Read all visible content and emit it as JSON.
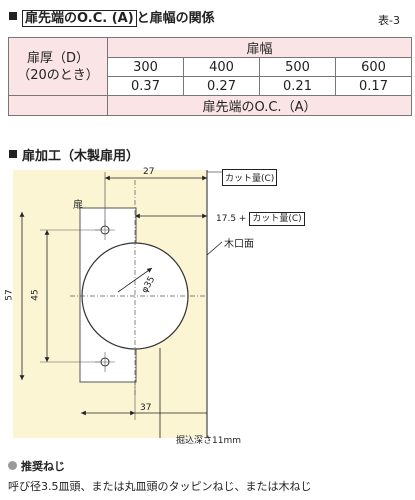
{
  "section1": {
    "title_prefix": "扉先端の",
    "title_oc": "O.C. (A)",
    "title_suffix": "と扉幅の関係",
    "table_label": "表-3"
  },
  "table": {
    "row_header_line1": "扉厚（D）",
    "row_header_line2": "（20のとき）",
    "col_group_header": "扉幅",
    "widths": [
      "300",
      "400",
      "500",
      "600"
    ],
    "oc_values": [
      "0.37",
      "0.27",
      "0.21",
      "0.17"
    ],
    "footer": "扉先端のO.C.（A）"
  },
  "section2": {
    "title": "扉加工（木製扉用）"
  },
  "diagram": {
    "door_label": "扉",
    "dim_27": "27",
    "cut_amount_1": "カット量(C)",
    "dim_17_5_prefix": "17.5 +",
    "cut_amount_2": "カット量(C)",
    "edge_label": "木口面",
    "dim_57": "57",
    "dim_45": "45",
    "dim_phi35": "φ35",
    "dim_37": "37",
    "depth_label": "掘込深さ11mm"
  },
  "section3": {
    "title": "推奨ねじ",
    "body": "呼び径3.5皿頭、または丸皿頭のタッピンねじ、または木ねじ"
  }
}
